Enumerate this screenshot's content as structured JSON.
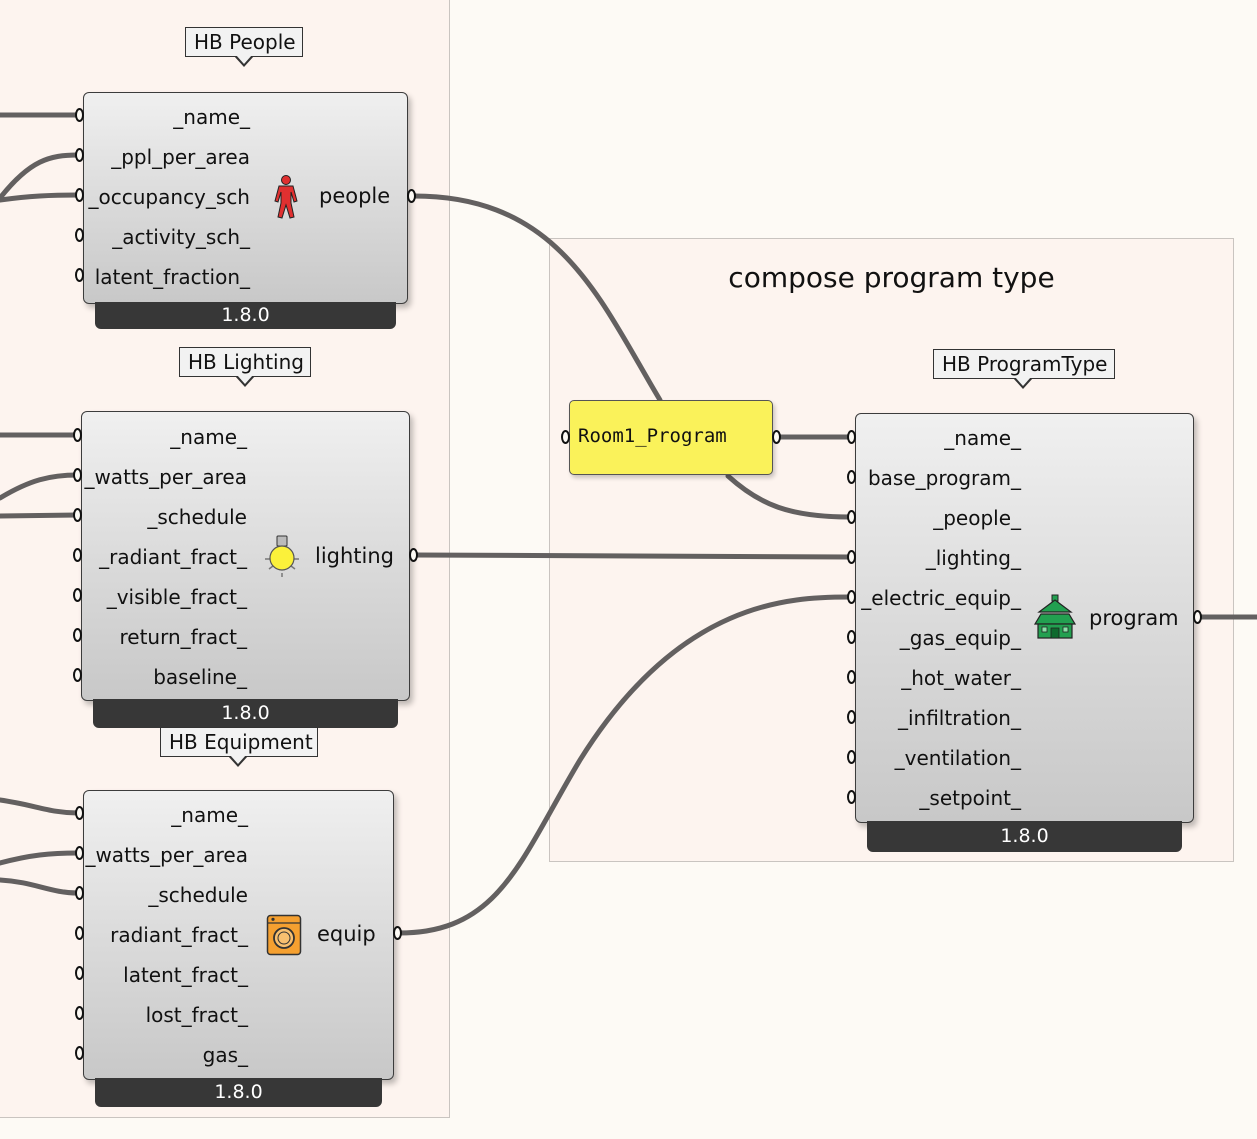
{
  "groups": {
    "left": {},
    "right": {
      "title": "compose program type"
    }
  },
  "components": {
    "people": {
      "tag": "HB People",
      "inputs": [
        "_name_",
        "_ppl_per_area",
        "_occupancy_sch",
        "_activity_sch_",
        "latent_fraction_"
      ],
      "output": "people",
      "version": "1.8.0",
      "icon": "person-icon"
    },
    "lighting": {
      "tag": "HB Lighting",
      "inputs": [
        "_name_",
        "_watts_per_area",
        "_schedule",
        "_radiant_fract_",
        "_visible_fract_",
        "return_fract_",
        "baseline_"
      ],
      "output": "lighting",
      "version": "1.8.0",
      "icon": "light-bulb-icon"
    },
    "equipment": {
      "tag": "HB Equipment",
      "inputs": [
        "_name_",
        "_watts_per_area",
        "_schedule",
        "radiant_fract_",
        "latent_fract_",
        "lost_fract_",
        "gas_"
      ],
      "output": "equip",
      "version": "1.8.0",
      "icon": "washing-machine-icon"
    },
    "programtype": {
      "tag": "HB ProgramType",
      "inputs": [
        "_name_",
        "base_program_",
        "_people_",
        "_lighting_",
        "_electric_equip_",
        "_gas_equip_",
        "_hot_water_",
        "_infiltration_",
        "_ventilation_",
        "_setpoint_"
      ],
      "output": "program",
      "version": "1.8.0",
      "icon": "house-icon"
    }
  },
  "panel": {
    "text": "Room1_Program"
  },
  "colors": {
    "canvas": "#fdfaf5",
    "group_fill": "#fdf4ef",
    "wire": "#636060",
    "panel_fill": "#faf25a",
    "footer": "#373737"
  }
}
